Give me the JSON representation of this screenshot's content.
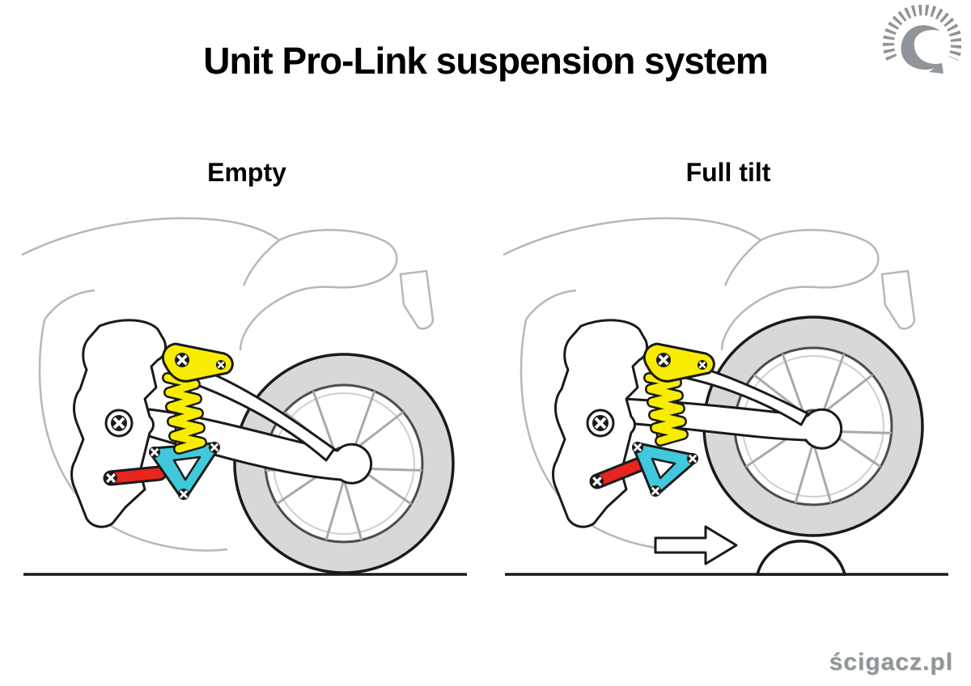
{
  "title": "Unit Pro-Link suspension system",
  "panels": [
    {
      "label": "Empty"
    },
    {
      "label": "Full tilt"
    }
  ],
  "watermark": "ścigacz.pl",
  "logo": "scigacz-spartan-helmet-logo",
  "colors": {
    "shock_yellow": "#f8ec00",
    "linkage_cyan": "#40c8dc",
    "rod_red": "#e8251f",
    "tire_gray": "#d8d8d8",
    "outline_dark": "#1a1a1a",
    "body_gray": "#b3b9bb",
    "brand_gray": "#8f9598"
  }
}
